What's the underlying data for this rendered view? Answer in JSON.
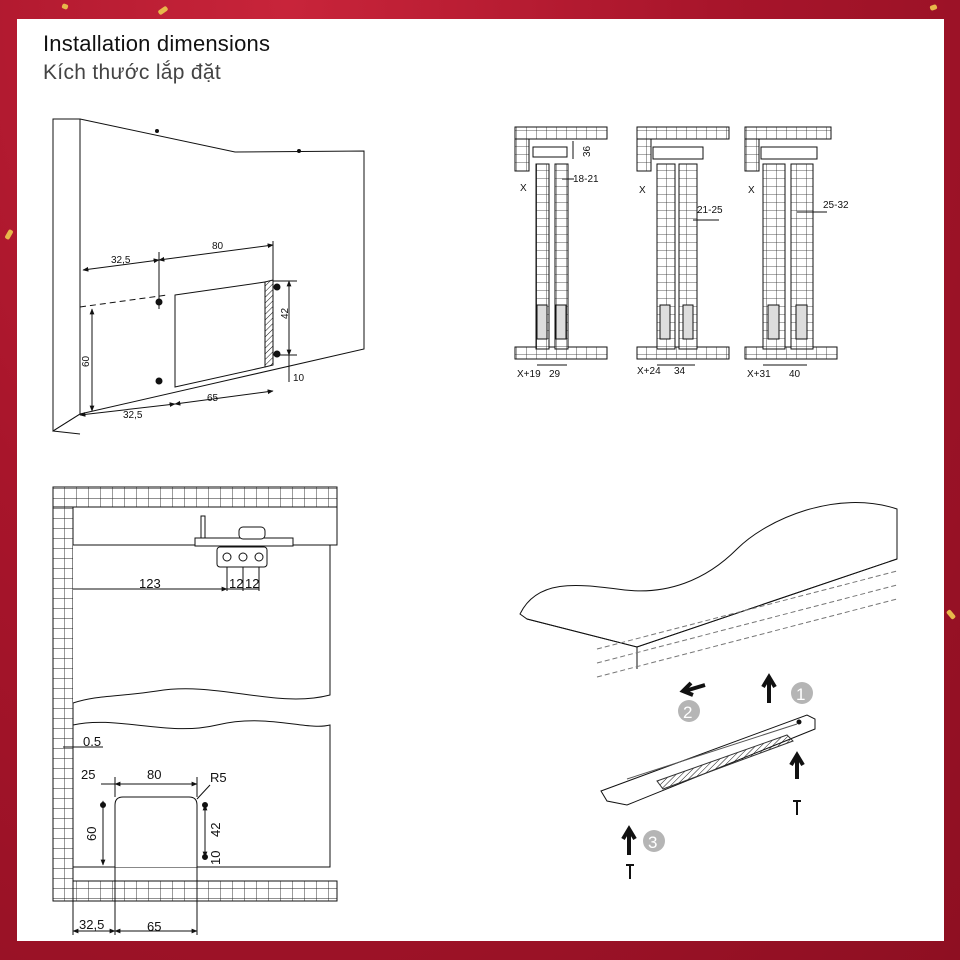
{
  "header": {
    "title_en": "Installation dimensions",
    "title_vi": "Kích thước lắp đặt"
  },
  "colors": {
    "background": "#a8152b",
    "sheet": "#ffffff",
    "ink": "#111111",
    "confetti": "#e7b84a",
    "badge": "#b5b5b5"
  },
  "diagram_door_cutout": {
    "dims": [
      "32,5",
      "80",
      "42",
      "60",
      "10",
      "32,5",
      "65"
    ]
  },
  "diagram_wall_profiles": {
    "profiles": [
      {
        "top_dim": "36",
        "side_label": "X",
        "thickness": "18-21",
        "bottom_left": "X+19",
        "bottom_right": "29"
      },
      {
        "side_label": "X",
        "thickness": "21-25",
        "bottom_left": "X+24",
        "bottom_right": "34"
      },
      {
        "side_label": "X",
        "thickness": "25-32",
        "bottom_left": "X+31",
        "bottom_right": "40"
      }
    ]
  },
  "diagram_plan_view": {
    "dims": [
      "123",
      "12",
      "12",
      "0.5",
      "25",
      "80",
      "R5",
      "60",
      "42",
      "10",
      "32,5",
      "65"
    ]
  },
  "diagram_mounting": {
    "steps": [
      "1",
      "2",
      "3"
    ]
  }
}
